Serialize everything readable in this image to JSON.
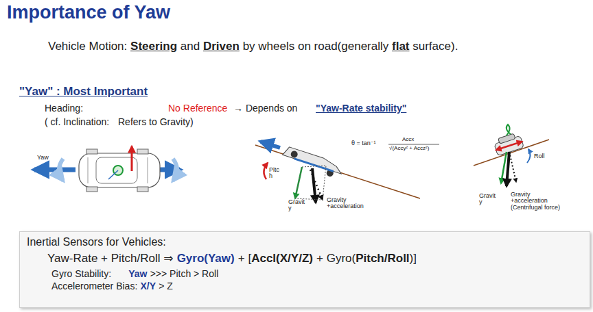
{
  "diagram": {
    "title": "Importance of Yaw",
    "nodes": [
      {
        "text": [
          "Inertial Sensors for Vehicles:",
          "Yaw-Rate + Pitch/Roll ⇒",
          "Gyro(Yaw)",
          "+ [",
          "Accl(X/Y/Z)",
          "+ Gyro(",
          "Pitch/Roll",
          ")]",
          "Gyro Stability:",
          "Yaw",
          ">>> Pitch > Roll",
          "Accelerometer Bias:",
          "X/Y",
          "> Z"
        ]
      }
    ],
    "labels": [
      "Vehicle Motion:",
      "Steering",
      "and",
      "Driven",
      "by wheels on road(generally",
      "flat",
      "surface).",
      "\"Yaw\" : Most Important",
      "Heading:",
      "No Reference",
      "→ Depends on",
      "\"Yaw-Rate stability\"",
      "( cf. Inclination:",
      "Refers to Gravity)",
      "Yaw",
      "Pitc h",
      "θ = tan⁻¹",
      "Accx",
      "√(Accy² + Accz²)",
      "Gravit y",
      "Gravity +acceleration",
      "Roll",
      "Gravit y",
      "Gravity +acceleration (Centrifugal force)"
    ]
  }
}
